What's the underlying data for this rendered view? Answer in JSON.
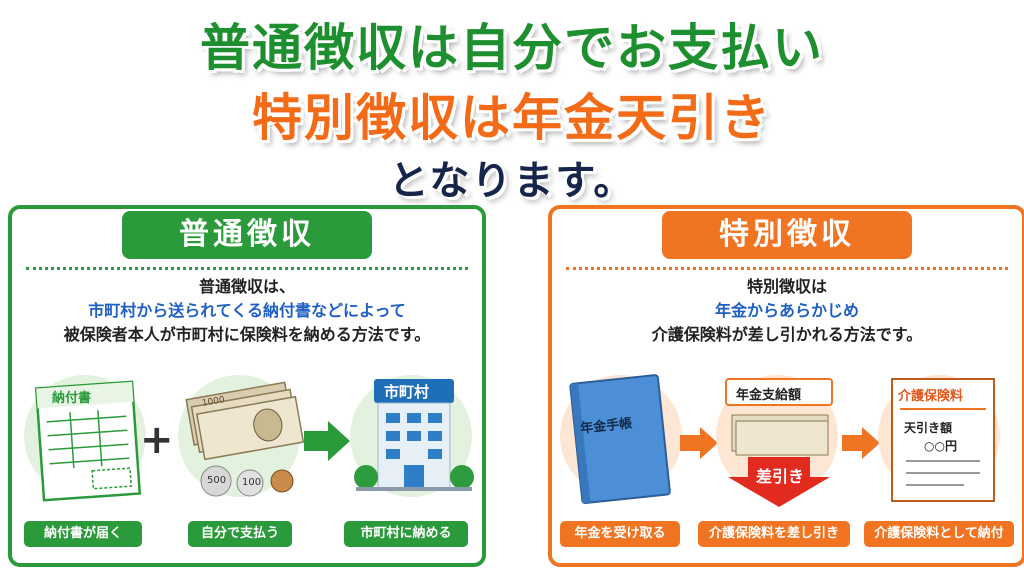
{
  "headline": {
    "line1": "普通徴収は自分でお支払い",
    "line2": "特別徴収は年金天引き",
    "line3": "となります。"
  },
  "left_panel": {
    "title": "普通徴収",
    "desc_line1": "普通徴収は、",
    "desc_line2": "市町村から送られてくる納付書などによって",
    "desc_line3": "被保険者本人が市町村に保険料を納める方法です。",
    "doc_label": "納付書",
    "building_label": "市町村",
    "bill_label": "1000",
    "coin_500": "500",
    "coin_100": "100",
    "steps": [
      "納付書が届く",
      "自分で支払う",
      "市町村に納める"
    ],
    "accent_color": "#2a9a3a"
  },
  "right_panel": {
    "title": "特別徴収",
    "desc_line1": "特別徴収は",
    "desc_line2": "年金からあらかじめ",
    "desc_line3": "介護保険料が差し引かれる方法です。",
    "book_label": "年金手帳",
    "pay_label": "年金支給額",
    "deduct_label": "差引き",
    "slip_title": "介護保険料",
    "slip_line1": "天引き額",
    "slip_line2": "○○円",
    "steps": [
      "年金を受け取る",
      "介護保険料を差し引き",
      "介護保険料として納付"
    ],
    "accent_color": "#f07422"
  }
}
